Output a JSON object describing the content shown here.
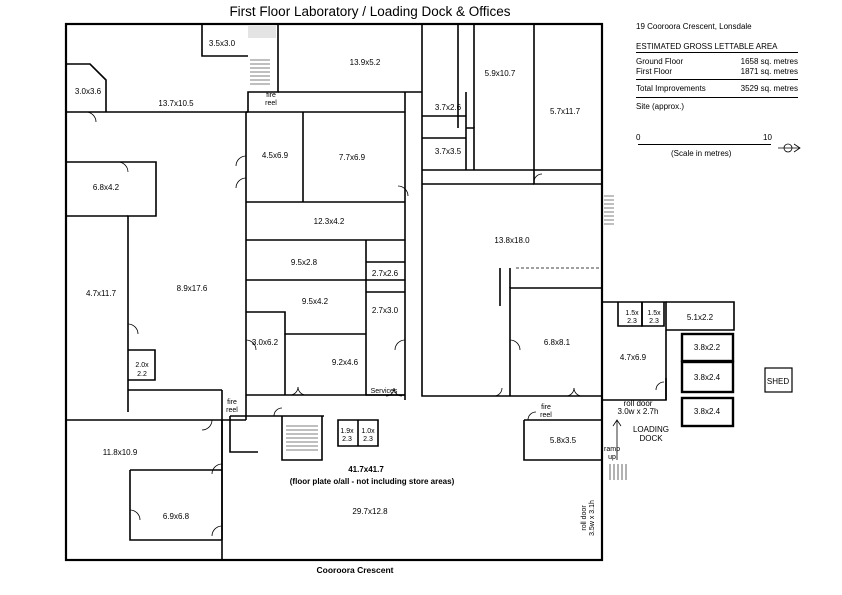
{
  "title": "First Floor Laboratory / Loading Dock & Offices",
  "street": "Cooroora Crescent",
  "info": {
    "address": "19 Cooroora Crescent, Lonsdale",
    "heading": "ESTIMATED GROSS LETTABLE AREA",
    "ground_label": "Ground Floor",
    "ground_value": "1658 sq. metres",
    "first_label": "First Floor",
    "first_value": "1871 sq. metres",
    "total_label": "Total Improvements",
    "total_value": "3529 sq. metres",
    "site": "Site (approx.)"
  },
  "scale": {
    "zero": "0",
    "ten": "10",
    "caption": "(Scale in metres)"
  },
  "rooms": {
    "r1": "3.5x3.0",
    "r2": "3.0x3.6",
    "r3": "13.7x10.5",
    "r4": "13.9x5.2",
    "r5": "5.9x10.7",
    "r6": "5.7x11.7",
    "r7": "3.7x2.6",
    "r8": "3.7x3.5",
    "r9": "4.5x6.9",
    "r10": "7.7x6.9",
    "r11": "6.8x4.2",
    "r12": "12.3x4.2",
    "r13": "13.8x18.0",
    "r14": "9.5x2.8",
    "r15": "2.7x2.6",
    "r16": "4.7x11.7",
    "r17": "8.9x17.6",
    "r18": "9.5x4.2",
    "r19": "2.7x3.0",
    "r20": "3.0x6.2",
    "r21": "9.2x4.6",
    "r22": "6.8x8.1",
    "r23": "5.1x2.2",
    "r24": "3.8x2.2",
    "r25": "3.8x2.4",
    "r26": "3.8x2.4",
    "r27": "4.7x6.9",
    "r28a": "1.5x",
    "r28b": "2.3",
    "r29a": "1.5x",
    "r29b": "2.3",
    "r30a": "2.0x",
    "r30b": "2.2",
    "r31a": "1.9x",
    "r31b": "2.3",
    "r32a": "1.0x",
    "r32b": "2.3",
    "r33": "11.8x10.9",
    "r34": "6.9x6.8",
    "r35": "29.7x12.8",
    "r36": "5.8x3.5"
  },
  "labels": {
    "shed": "SHED",
    "services": "Services",
    "fire": "fire",
    "reel": "reel",
    "roll_door_top_a": "roll door",
    "roll_door_top_b": "3.0w x 2.7h",
    "loading_a": "LOADING",
    "loading_b": "DOCK",
    "ramp_a": "ramp",
    "ramp_b": "up",
    "roll_door_side_a": "roll door",
    "roll_door_side_b": "3.5w x 3.1h",
    "floor_plate_a": "41.7x41.7",
    "floor_plate_b": "(floor plate o/all - not including store areas)"
  }
}
